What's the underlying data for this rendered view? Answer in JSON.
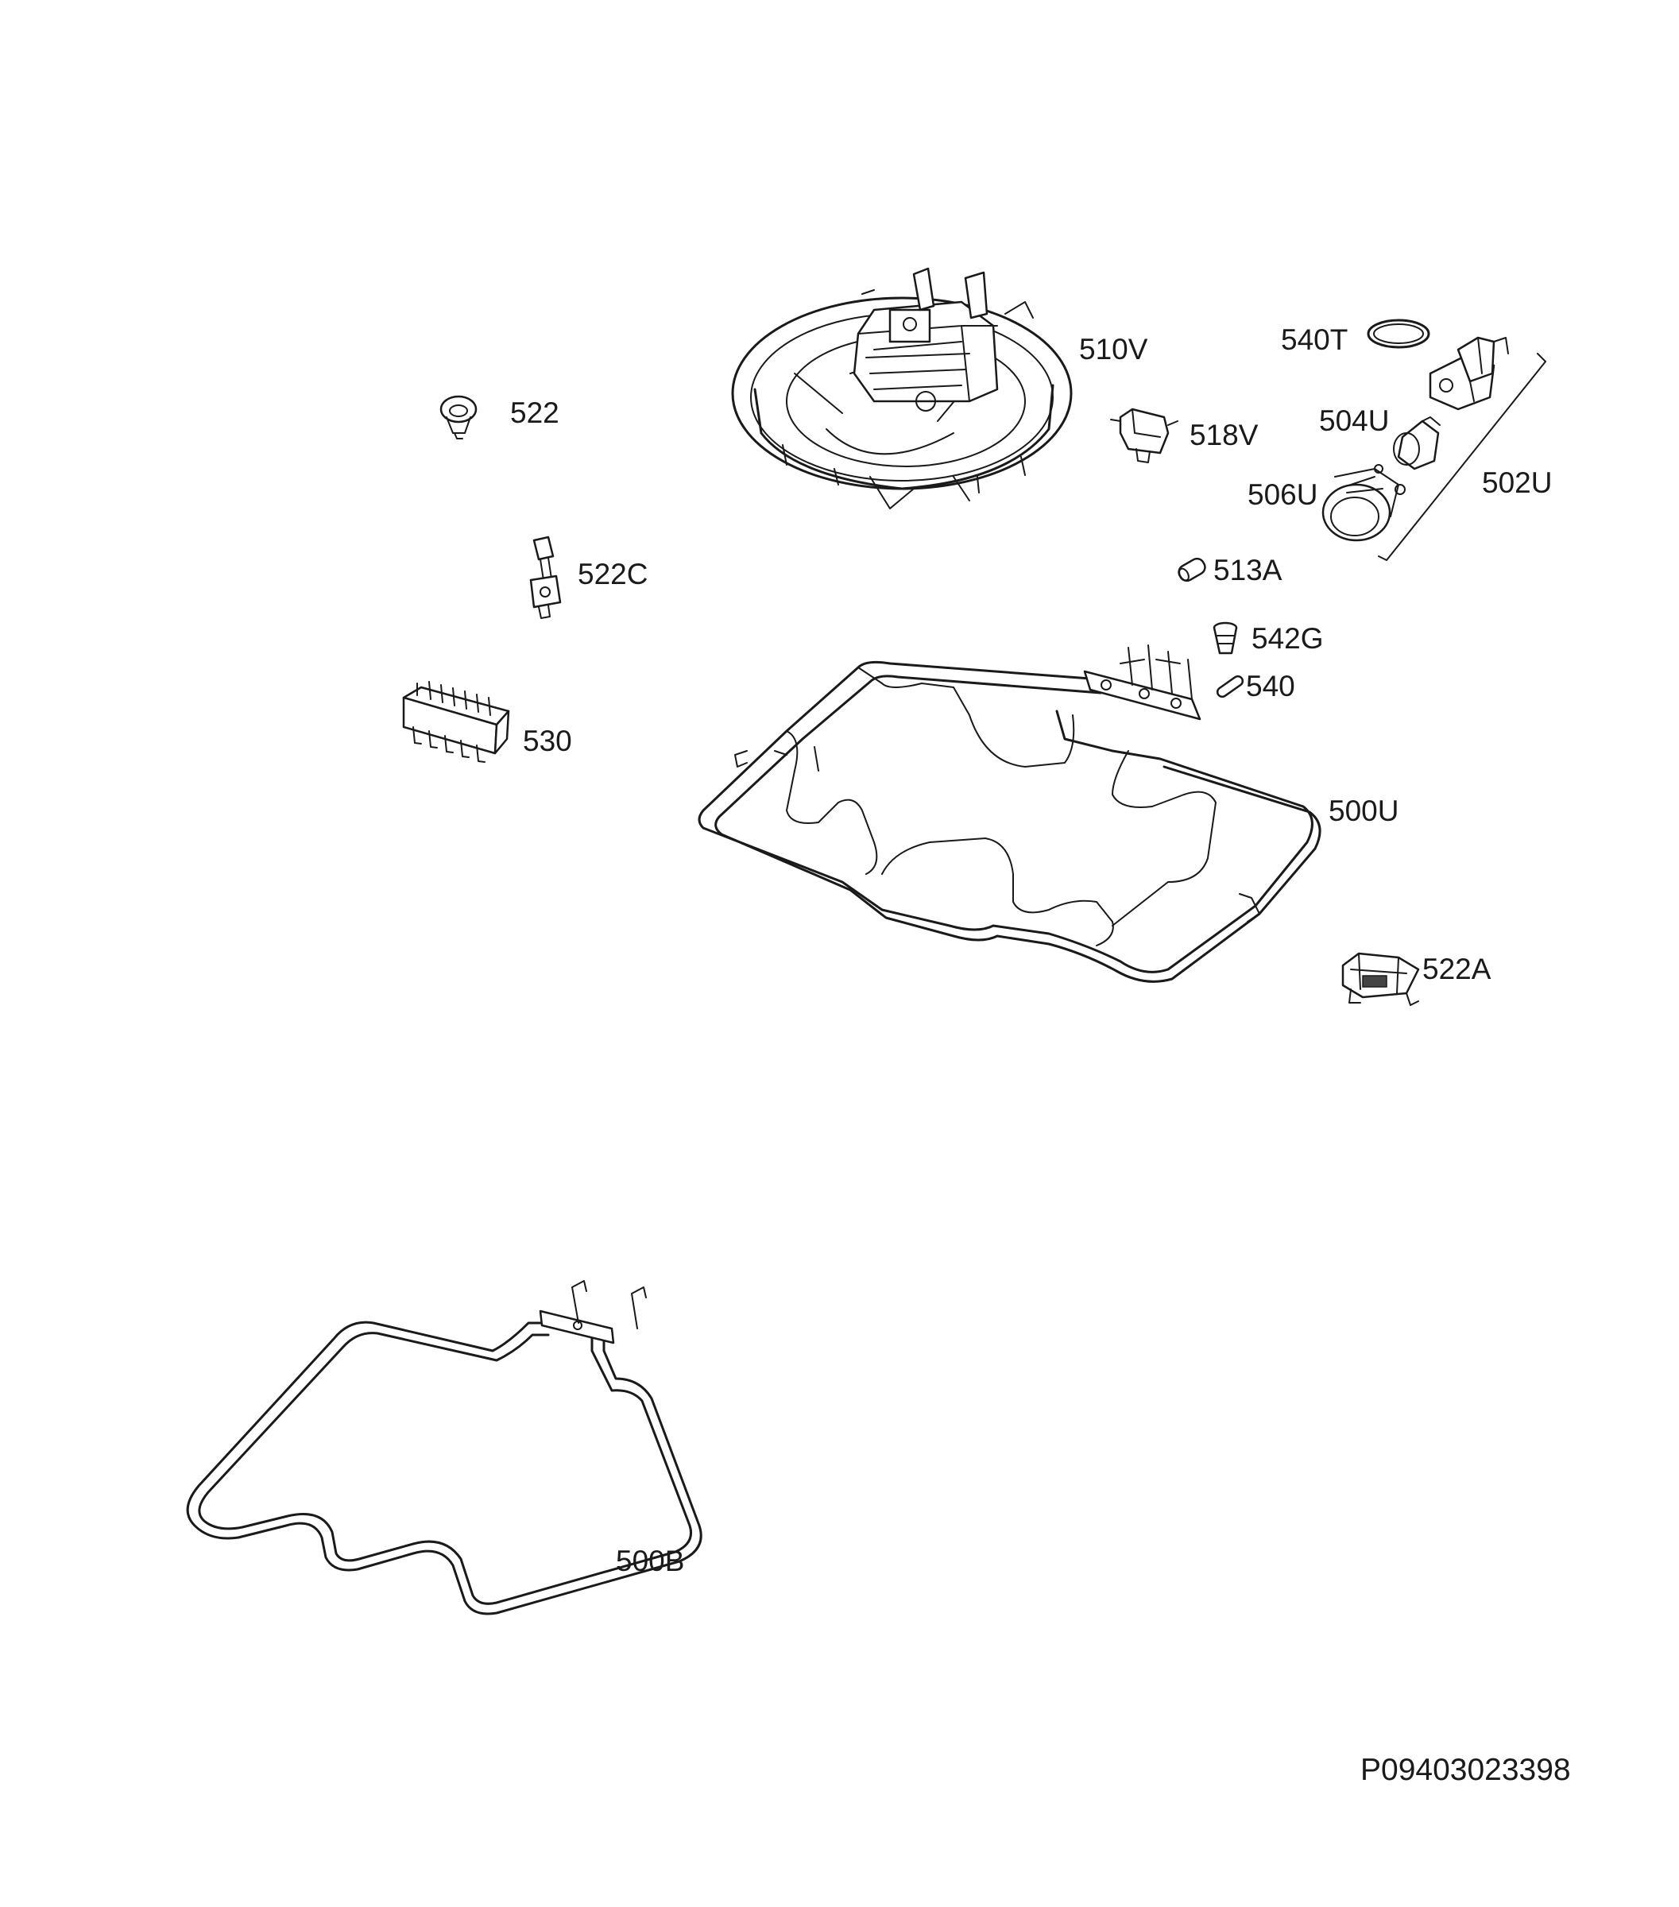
{
  "labels": {
    "p510V": "510V",
    "p522": "522",
    "p540T": "540T",
    "p518V": "518V",
    "p504U": "504U",
    "p506U": "506U",
    "p502U": "502U",
    "p522C": "522C",
    "p513A": "513A",
    "p542G": "542G",
    "p540": "540",
    "p530": "530",
    "p500U": "500U",
    "p522A": "522A",
    "p500B": "500B"
  },
  "document_number": "P09403023398"
}
